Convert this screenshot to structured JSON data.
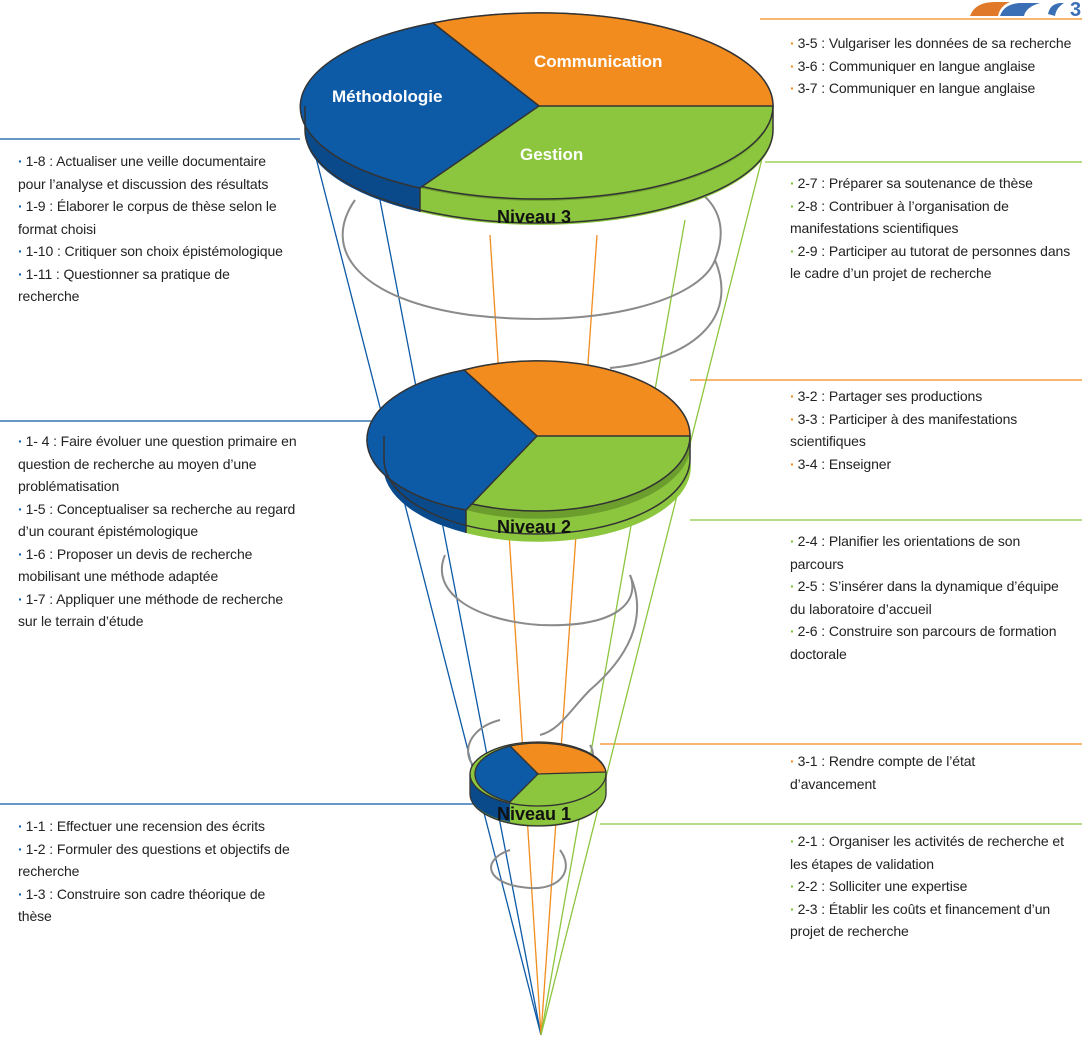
{
  "diagram": {
    "sections": {
      "methodology": "Méthodologie",
      "communication": "Communication",
      "management": "Gestion"
    },
    "levels": {
      "level3": "Niveau 3",
      "level2": "Niveau 2",
      "level1": "Niveau 1"
    },
    "colors": {
      "methodology": "#0d5aa7",
      "communication": "#f28c1e",
      "management": "#8cc63f",
      "spiral": "#8a8a8a"
    }
  },
  "left": {
    "level3": [
      "1-8 : Actualiser une veille documentaire pour l’analyse et discussion des résultats",
      "1-9 : Élaborer le corpus de thèse selon le format choisi",
      "1-10 : Critiquer son choix épistémologique",
      "1-11 : Questionner sa pratique de recherche"
    ],
    "level2": [
      "1- 4 : Faire évoluer une question primaire en question de recherche au moyen d’une problématisation",
      "1-5 : Conceptualiser sa recherche au regard d’un courant épistémologique",
      "1-6 : Proposer un devis de recherche mobilisant une méthode adaptée",
      "1-7 : Appliquer une méthode de recherche sur le terrain d’étude"
    ],
    "level1": [
      "1-1 : Effectuer une recension des écrits",
      "1-2 : Formuler des questions et objectifs de recherche",
      "1-3 : Construire son cadre théorique de thèse"
    ]
  },
  "right": {
    "level3_comm": [
      "3-5 : Vulgariser les données de sa recherche",
      "3-6 : Communiquer en langue anglaise",
      "3-7 : Communiquer en langue anglaise"
    ],
    "level3_mgmt": [
      "2-7 : Préparer sa soutenance de thèse",
      "2-8 : Contribuer à l’organisation de manifestations scientifiques",
      "2-9 : Participer au tutorat de personnes dans le cadre d’un projet de recherche"
    ],
    "level2_comm": [
      "3-2 : Partager ses productions",
      "3-3 : Participer à des manifestations scientifiques",
      "3-4 : Enseigner"
    ],
    "level2_mgmt": [
      "2-4 : Planifier les orientations de son parcours",
      "2-5 : S’insérer dans la dynamique d’équipe du laboratoire d’accueil",
      "2-6 : Construire son parcours de formation doctorale"
    ],
    "level1_comm": [
      "3-1 : Rendre compte de l’état d’avancement"
    ],
    "level1_mgmt": [
      "2-1 : Organiser les activités de recherche et les étapes de validation",
      "2-2 : Solliciter une expertise",
      "2-3 : Établir les coûts et financement d’un projet de recherche"
    ]
  }
}
